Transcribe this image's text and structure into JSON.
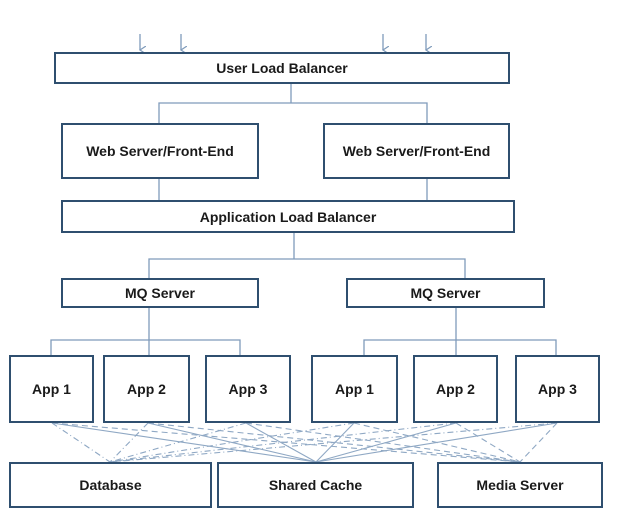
{
  "labels": {
    "user_lb": "User Load Balancer",
    "web1": "Web Server/Front-End",
    "web2": "Web Server/Front-End",
    "app_lb": "Application Load Balancer",
    "mq1": "MQ Server",
    "mq2": "MQ Server",
    "app1a": "App 1",
    "app2a": "App 2",
    "app3a": "App 3",
    "app1b": "App 1",
    "app2b": "App 2",
    "app3b": "App 3",
    "database": "Database",
    "cache": "Shared Cache",
    "media": "Media Server"
  },
  "colors": {
    "border": "#2f4f6f",
    "line": "#7f9bbb",
    "text": "#1a1a1a"
  }
}
